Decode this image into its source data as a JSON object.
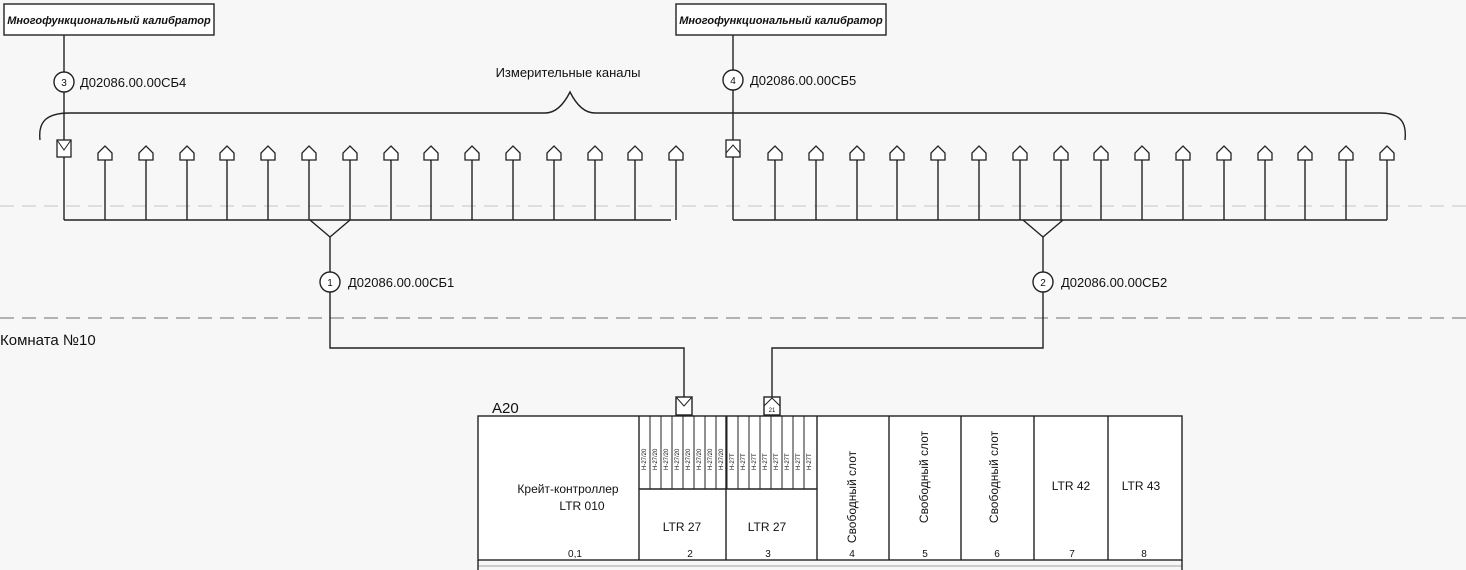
{
  "calibrators": [
    {
      "label": "Многофункциональный калибратор"
    },
    {
      "label": "Многофункциональный калибратор"
    }
  ],
  "measurement_channels_label": "Измерительные каналы",
  "room_label": "Комната №10",
  "cables": [
    {
      "number": "3",
      "code": "Д02086.00.00СБ4"
    },
    {
      "number": "4",
      "code": "Д02086.00.00СБ5"
    },
    {
      "number": "1",
      "code": "Д02086.00.00СБ1"
    },
    {
      "number": "2",
      "code": "Д02086.00.00СБ2"
    }
  ],
  "crate": {
    "label": "А20",
    "controller": {
      "line1": "Крейт-контроллер",
      "line2": "LTR 010",
      "slot": "0,1"
    },
    "modules": [
      {
        "name": "LTR 27",
        "slot": "2",
        "pins": [
          "H-27/20",
          "H-27/20",
          "H-27/20",
          "H-27/20",
          "H-27/20",
          "H-27/20",
          "H-27/20",
          "H-27/20"
        ]
      },
      {
        "name": "LTR 27",
        "slot": "3",
        "pins": [
          "H-27T",
          "H-27T",
          "H-27T",
          "H-27T",
          "H-27T",
          "H-27T",
          "H-27T",
          "H-27T"
        ]
      },
      {
        "name": "Свободный слот",
        "slot": "4"
      },
      {
        "name": "Свободный слот",
        "slot": "5"
      },
      {
        "name": "Свободный слот",
        "slot": "6"
      },
      {
        "name": "LTR 42",
        "slot": "7"
      },
      {
        "name": "LTR 43",
        "slot": "8"
      }
    ]
  }
}
